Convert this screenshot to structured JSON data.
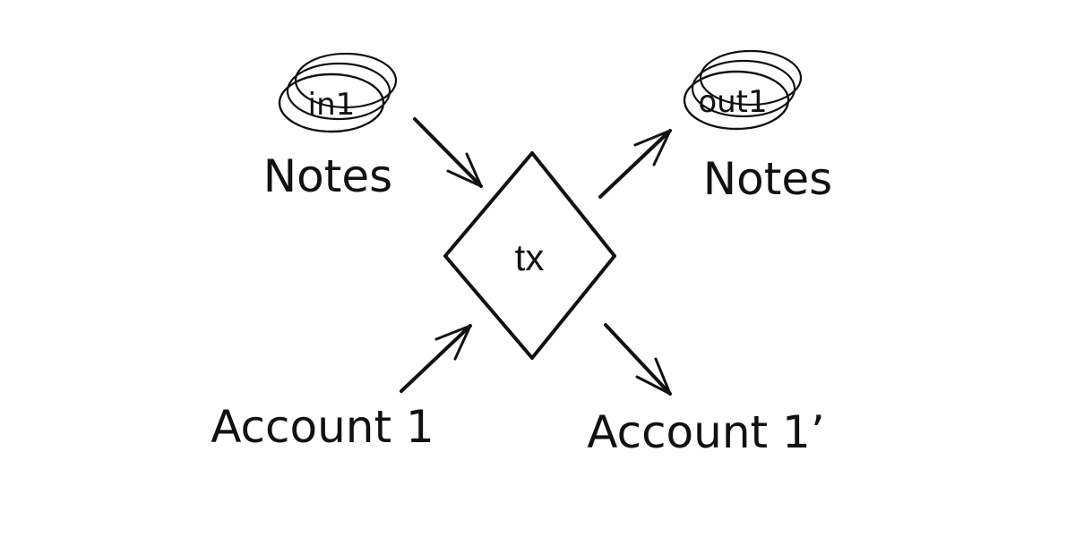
{
  "diagram": {
    "transaction": {
      "label": "tx"
    },
    "inputs": {
      "notes": {
        "note_label": "in1",
        "group_label": "Notes"
      },
      "account": {
        "label": "Account 1"
      }
    },
    "outputs": {
      "notes": {
        "note_label": "out1",
        "group_label": "Notes"
      },
      "account": {
        "label": "Account 1’"
      }
    },
    "colors": {
      "ink": "#111111",
      "background": "#ffffff"
    }
  }
}
